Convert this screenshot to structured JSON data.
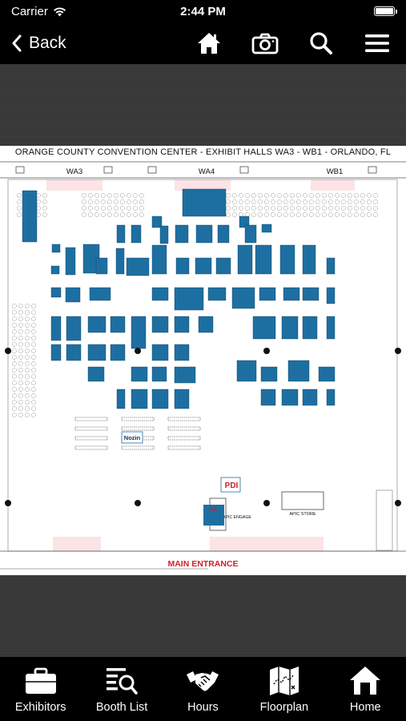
{
  "status_bar": {
    "carrier": "Carrier",
    "time": "2:44 PM",
    "battery_level": 1.0
  },
  "nav": {
    "back_label": "Back",
    "icons": [
      "home-icon",
      "camera-icon",
      "search-icon",
      "menu-icon"
    ]
  },
  "floorplan": {
    "title": "ORANGE COUNTY CONVENTION CENTER - EXHIBIT HALLS WA3 - WB1 - ORLANDO, FL",
    "halls": [
      "WA3",
      "WA4",
      "WB1"
    ],
    "entrance_label": "MAIN ENTRANCE",
    "booth_logos": [
      "Nozin",
      "3M",
      "PDI"
    ],
    "labels": {
      "store": "APIC STORE",
      "engage": "APIC ENGAGE"
    }
  },
  "tabs": [
    {
      "label": "Exhibitors",
      "icon": "briefcase-icon"
    },
    {
      "label": "Booth List",
      "icon": "list-search-icon"
    },
    {
      "label": "Hours",
      "icon": "handshake-icon"
    },
    {
      "label": "Floorplan",
      "icon": "map-icon"
    },
    {
      "label": "Home",
      "icon": "home-icon"
    }
  ],
  "colors": {
    "booth": "#1e6fa1",
    "accent_red": "#d0202a"
  }
}
